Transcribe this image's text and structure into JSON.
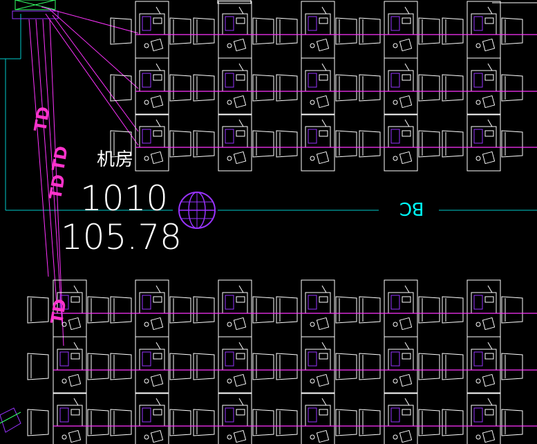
{
  "drawing": {
    "background": "#000000",
    "room_name": "机房",
    "room_number": "1010",
    "room_area": "105.78",
    "axis_label": "BC",
    "cable_labels": [
      "TD",
      "TD",
      "TD",
      "TD"
    ],
    "colors": {
      "furniture": "#ffffff",
      "cable": "#ff33ff",
      "axis": "#00cccc",
      "equipment": "#9933ff"
    },
    "workstation_rows_upper": 3,
    "workstation_rows_lower": 3,
    "workstation_columns": 6
  }
}
